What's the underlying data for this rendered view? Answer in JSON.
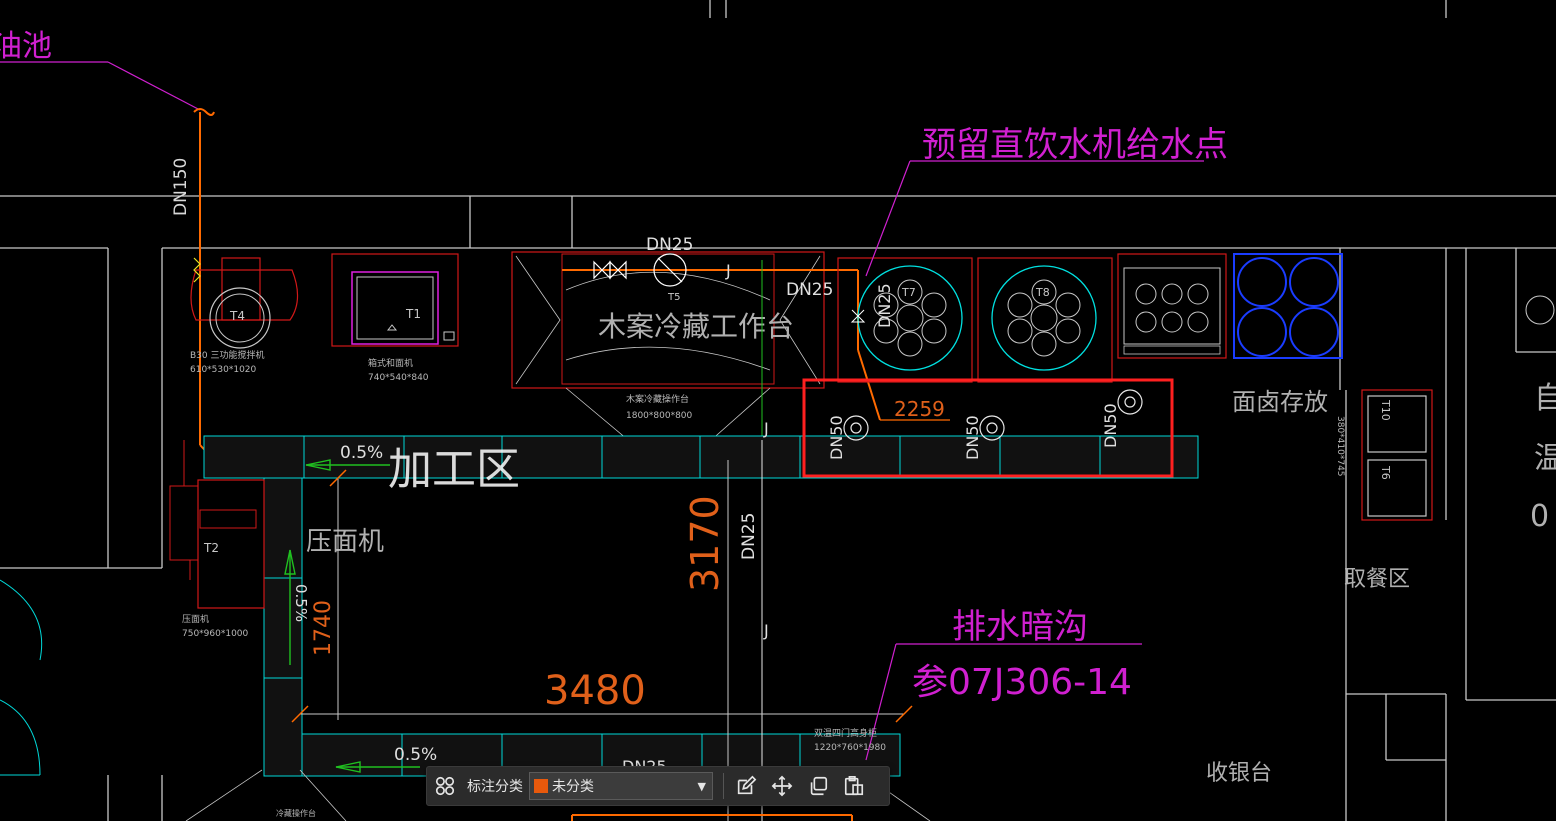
{
  "drawing": {
    "labels": {
      "oil_pool": "油池",
      "dn150": "DN150",
      "dn25_top": "DN25",
      "dn25_right": "DN25",
      "dn25_vert_t7": "DN25",
      "dn25_center": "DN25",
      "dn50_1": "DN50",
      "dn50_2": "DN50",
      "dn50_3": "DN50",
      "reserved_water": "预留直饮水机给水点",
      "work_table": "木案冷藏工作台",
      "work_table_spec": "木案冷藏操作台",
      "work_table_size": "1800*800*800",
      "processing_zone": "加工区",
      "slope_top": "0.5%",
      "slope_left": "0.5%",
      "slope_bottom": "0.5%",
      "noodle_press": "压面机",
      "noodle_press_name": "压面机",
      "noodle_press_size": "750*960*1000",
      "mixer_name": "B30 三功能搅拌机",
      "mixer_size": "610*530*1020",
      "box_name": "箱式和面机",
      "box_size": "740*540*840",
      "dim_2259": "2259",
      "dim_3170": "3170",
      "dim_1740": "1740",
      "dim_3480": "3480",
      "noodle_storage": "面卤存放",
      "pickup_area": "取餐区",
      "cashier": "收银台",
      "drain": "排水暗沟",
      "drain_ref": "参07J306-14",
      "t1": "T1",
      "t2": "T2",
      "t4": "T4",
      "t5": "T5",
      "t6": "T6",
      "t7": "T7",
      "t8": "T8",
      "t10": "T10",
      "right_size": "380*410*745",
      "right_char_1": "自",
      "right_char_2": "温",
      "right_char_3": "0",
      "bottom_table": "冷藏操作台",
      "bottom_cab": "双温四门高身柜",
      "bottom_cab_size": "1220*760*1980",
      "bottom_dn25": "DN25",
      "j_1": "J",
      "j_2": "J",
      "j_3": "J"
    },
    "colors": {
      "background": "#000000",
      "wall": "#c8c8c8",
      "pipe_orange": "#ff6a00",
      "magenta": "#d020d0",
      "cyan": "#00e0e0",
      "red": "#d01818",
      "green": "#20c020",
      "highlight_red": "#ff2020",
      "blue": "#1a3cff",
      "text_gray": "#b8b8b8",
      "dim_orange": "#e0601a"
    }
  },
  "toolbar": {
    "label": "标注分类",
    "select_value": "未分类",
    "select_color": "#e8590c",
    "icons": [
      "grid-icon",
      "edit-icon",
      "move-icon",
      "copy-icon",
      "paste-icon"
    ]
  }
}
